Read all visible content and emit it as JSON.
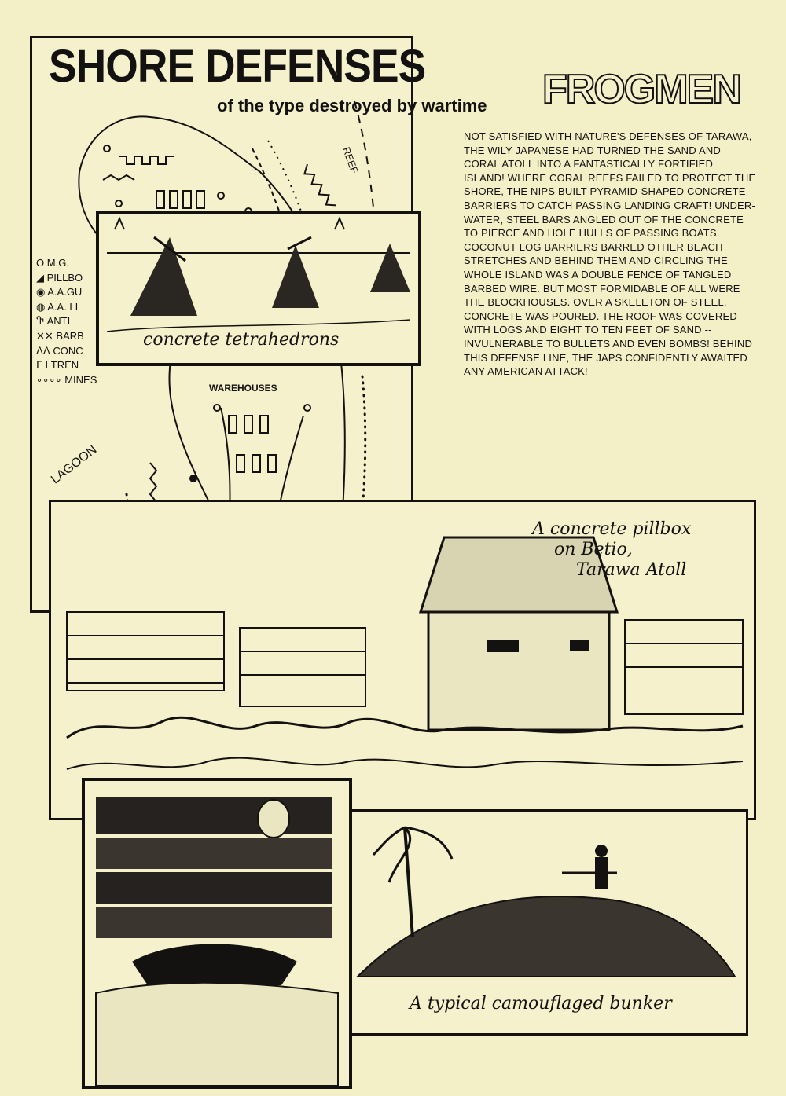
{
  "header": {
    "title": "SHORE DEFENSES",
    "subtitle": "of the type destroyed by wartime",
    "logo_text": "FROGMEN"
  },
  "article": {
    "text": "NOT SATISFIED WITH NATURE'S DEFENSES OF TARAWA, THE WILY JAPANESE HAD TURNED THE SAND AND CORAL ATOLL INTO A FANTASTICALLY FORTIFIED ISLAND! WHERE CORAL REEFS FAILED TO PROTECT THE SHORE, THE NIPS BUILT PYRAMID-SHAPED CONCRETE BARRIERS TO CATCH PASSING LANDING CRAFT! UNDER-WATER, STEEL BARS ANGLED OUT OF THE CONCRETE TO PIERCE AND HOLE HULLS OF PASSING BOATS. COCONUT LOG BARRIERS BARRED OTHER BEACH STRETCHES AND BEHIND THEM AND CIRCLING THE WHOLE ISLAND WAS A DOUBLE FENCE OF TANGLED BARBED WIRE. BUT MOST FORMIDABLE OF ALL WERE THE BLOCKHOUSES. OVER A SKELETON OF STEEL, CONCRETE WAS POURED. THE ROOF WAS COVERED WITH LOGS AND EIGHT TO TEN FEET OF SAND -- INVULNERABLE TO BULLETS AND EVEN BOMBS! BEHIND THIS DEFENSE LINE, THE JAPS CONFIDENTLY AWAITED ANY AMERICAN ATTACK!"
  },
  "map": {
    "labels": {
      "reef": "REEF",
      "lagoon": "LAGOON",
      "warehouses": "WAREHOUSES"
    },
    "legend": [
      {
        "symbol": "Ö",
        "label": "M.G."
      },
      {
        "symbol": "◢",
        "label": "PILLBO"
      },
      {
        "symbol": "◉",
        "label": "A.A.GU"
      },
      {
        "symbol": "◍",
        "label": "A.A. LI"
      },
      {
        "symbol": "Ⴅ",
        "label": "ANTI"
      },
      {
        "symbol": "✕✕",
        "label": "BARB"
      },
      {
        "symbol": "ᐱᐱ",
        "label": "CONC"
      },
      {
        "symbol": "ᒥᒧ",
        "label": "TREN"
      },
      {
        "symbol": "∘∘∘∘",
        "label": "MINES"
      }
    ]
  },
  "captions": {
    "tetrahedrons": "concrete tetrahedrons",
    "pillbox_line1": "A concrete pillbox",
    "pillbox_line2": "on Betio,",
    "pillbox_line3": "Tarawa Atoll",
    "bunker": "A typical camouflaged bunker"
  },
  "colors": {
    "paper": "#f3efc6",
    "ink": "#141210"
  }
}
